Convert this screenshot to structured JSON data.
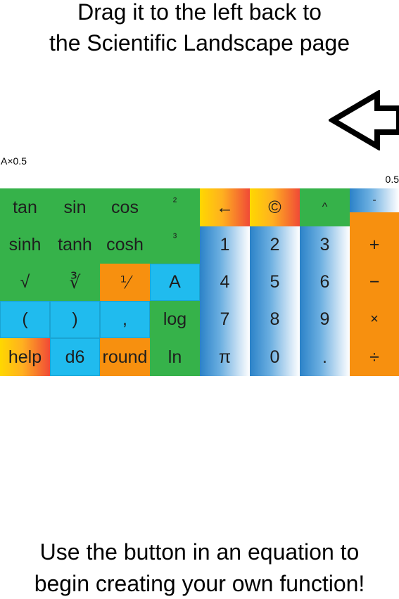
{
  "instruction_top": {
    "line1": "Drag it to the left back to",
    "line2": "the Scientific Landscape page"
  },
  "arrow_icon": "left-arrow-outline-icon",
  "labels": {
    "ax": "A×0.5",
    "value": "0.5"
  },
  "keys": {
    "tan": "tan",
    "sin": "sin",
    "cos": "cos",
    "square": "²",
    "backspace": "←",
    "copyright": "©",
    "caret": "^",
    "minus_sup": "-",
    "sinh": "sinh",
    "tanh": "tanh",
    "cosh": "cosh",
    "cube": "³",
    "one": "1",
    "two": "2",
    "three": "3",
    "plus": "+",
    "sqrt": "√",
    "cbrt": "∛",
    "reciprocal": "⅟",
    "a": "A",
    "four": "4",
    "five": "5",
    "six": "6",
    "subtract": "−",
    "lparen": "(",
    "rparen": ")",
    "comma": ",",
    "log": "log",
    "seven": "7",
    "eight": "8",
    "nine": "9",
    "multiply": "×",
    "help": "help",
    "d6": "d6",
    "round": "round",
    "ln": "ln",
    "pi": "π",
    "zero": "0",
    "dot": ".",
    "divide": "÷"
  },
  "colors": {
    "green": "#36b24a",
    "cyan": "#20bbee",
    "orange": "#f7900f",
    "warm_gradient": [
      "#ffd800",
      "#f04a37"
    ],
    "blue_gradient": [
      "#2b82c8",
      "#ffffff"
    ]
  },
  "instruction_bottom": {
    "line1": "Use the button in an equation to",
    "line2": "begin creating your own function!"
  }
}
